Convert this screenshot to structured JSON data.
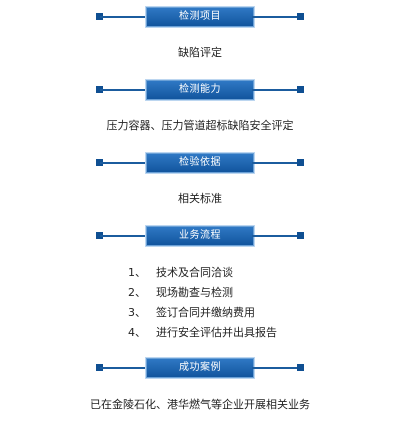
{
  "sections": [
    {
      "title": "检测项目",
      "lines": [
        "缺陷评定"
      ]
    },
    {
      "title": "检测能力",
      "lines": [
        "压力容器、压力管道超标缺陷安全评定"
      ]
    },
    {
      "title": "检验依据",
      "lines": [
        "相关标准"
      ]
    },
    {
      "title": "业务流程",
      "steps": [
        {
          "num": "1、",
          "text": "技术及合同洽谈"
        },
        {
          "num": "2、",
          "text": "现场勘查与检测"
        },
        {
          "num": "3、",
          "text": "签订合同并缴纳费用"
        },
        {
          "num": "4、",
          "text": "进行安全评估并出具报告"
        }
      ]
    },
    {
      "title": "成功案例",
      "lines": [
        "已在金陵石化、港华燃气等企业开展相关业务"
      ]
    }
  ],
  "colors": {
    "badge_top": "#2f78c4",
    "badge_bottom": "#12559e",
    "rule": "#1b5c9e"
  }
}
